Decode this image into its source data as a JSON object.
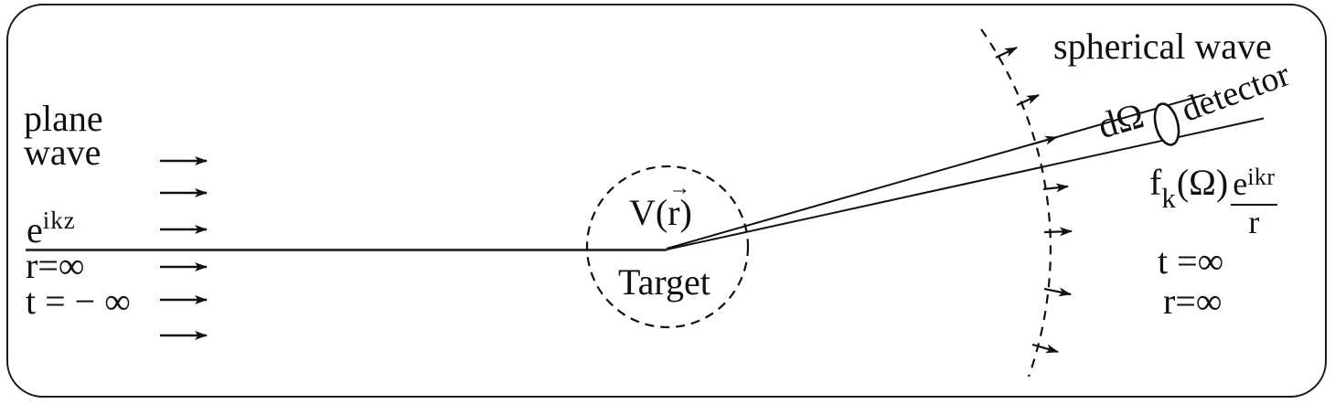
{
  "diagram_title": "plane-wave scattering off a target producing a spherical wave measured by a detector",
  "colors": {
    "ink": "#111111",
    "beam_line": "#3a3a3a",
    "background": "#ffffff"
  },
  "incident": {
    "label_line1": "plane",
    "label_line2": "wave",
    "wavefunction_base": "e",
    "wavefunction_sup": "ikz",
    "r_label": "r=∞",
    "t_label": "t = − ∞",
    "arrow_count": 6
  },
  "target": {
    "potential_prefix": "V(",
    "potential_r": "r",
    "potential_suffix": ")",
    "vector_arrow_glyph": "→",
    "label": "Target"
  },
  "scattered": {
    "wave_label": "spherical wave",
    "solid_angle_label": "dΩ",
    "detector_label": "detector",
    "amplitude_f": "f",
    "amplitude_sub": "k",
    "amplitude_arg": "(Ω)",
    "frac_num_base": "e",
    "frac_num_sup": "ikr",
    "frac_den": "r",
    "t_label": "t =∞",
    "r_label": "r=∞",
    "wavefront_arrow_count": 6
  }
}
